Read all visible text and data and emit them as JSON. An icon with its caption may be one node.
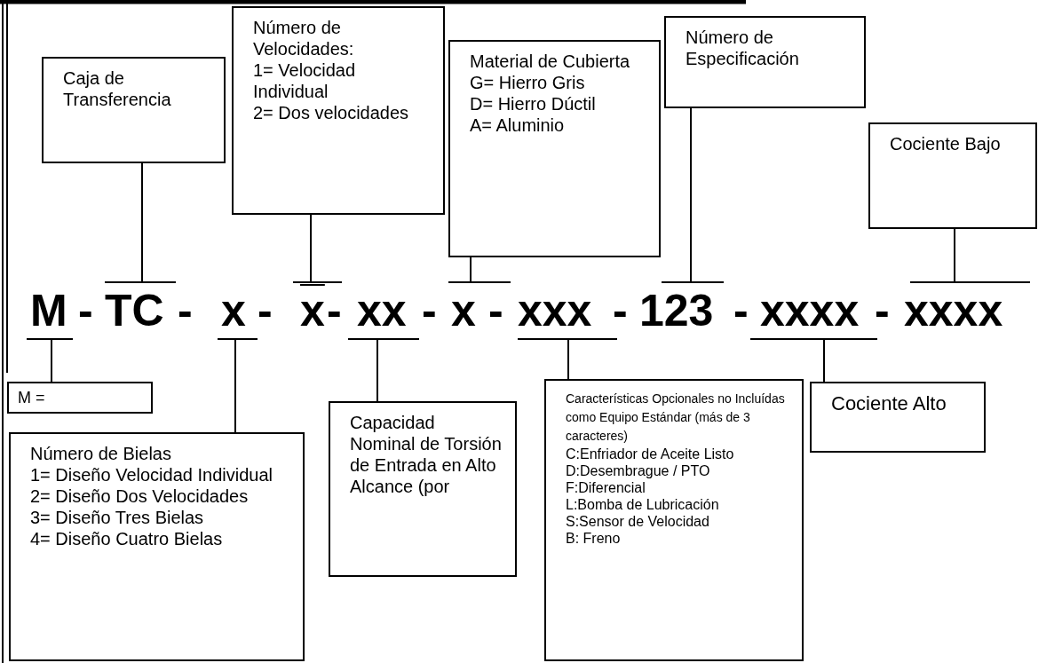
{
  "diagram": {
    "nodes": [
      {
        "text": [
          "Caja de Transferencia"
        ]
      },
      {
        "text": [
          "Número de Velocidades:",
          "1= Velocidad Individual",
          "2= Dos velocidades"
        ]
      },
      {
        "text": [
          "Material de Cubierta",
          "G= Hierro Gris",
          "D= Hierro Dúctil",
          "A= Aluminio"
        ]
      },
      {
        "text": [
          "Número de Especificación"
        ]
      },
      {
        "text": [
          "Cociente Bajo"
        ]
      },
      {
        "text": [
          "M"
        ]
      },
      {
        "text": [
          "TC"
        ]
      },
      {
        "text": [
          "x"
        ]
      },
      {
        "text": [
          "x"
        ]
      },
      {
        "text": [
          "xx"
        ]
      },
      {
        "text": [
          "x"
        ]
      },
      {
        "text": [
          "xxx"
        ]
      },
      {
        "text": [
          "123"
        ]
      },
      {
        "text": [
          "xxxx"
        ]
      },
      {
        "text": [
          "xxxx"
        ]
      },
      {
        "text": [
          "M ="
        ]
      },
      {
        "text": [
          "Número de Bielas",
          "1= Diseño Velocidad Individual",
          "2= Diseño Dos Velocidades",
          "3= Diseño Tres Bielas",
          "4= Diseño Cuatro Bielas"
        ]
      },
      {
        "text": [
          "Capacidad Nominal de Torsión de Entrada en Alto Alcance (por"
        ]
      },
      {
        "text": [
          "Características Opcionales no Incluídas como Equipo Estándar (más de 3 caracteres)",
          "C:Enfriador de Aceite Listo",
          "D:Desembrague / PTO",
          "F:Diferencial",
          "L:Bomba de Lubricación",
          "S:Sensor de Velocidad",
          "B: Freno"
        ]
      },
      {
        "text": [
          "Cociente Alto"
        ]
      }
    ],
    "edges": [
      {
        "from": 0,
        "to": 6,
        "arrow": "none"
      },
      {
        "from": 1,
        "to": 8,
        "arrow": "none"
      },
      {
        "from": 2,
        "to": 10,
        "arrow": "none"
      },
      {
        "from": 3,
        "to": 12,
        "arrow": "none"
      },
      {
        "from": 4,
        "to": 14,
        "arrow": "none"
      },
      {
        "from": 15,
        "to": 5,
        "arrow": "none"
      },
      {
        "from": 16,
        "to": 7,
        "arrow": "none"
      },
      {
        "from": 17,
        "to": 9,
        "arrow": "none"
      },
      {
        "from": 18,
        "to": 11,
        "arrow": "none"
      },
      {
        "from": 19,
        "to": 13,
        "arrow": "none"
      }
    ],
    "labels": [
      "-",
      "-",
      "-",
      "-",
      "-",
      "-",
      "-",
      "-",
      "-"
    ]
  }
}
